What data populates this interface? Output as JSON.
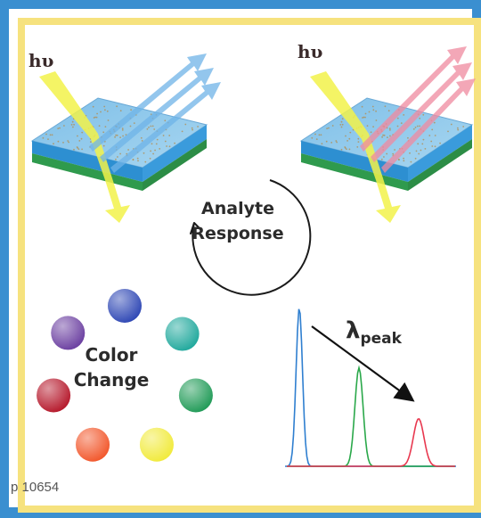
{
  "photon_label": "hυ",
  "cycle": {
    "line1": "Analyte",
    "line2": "Response"
  },
  "color_change": {
    "line1": "Color",
    "line2": "Change"
  },
  "lambda": {
    "symbol": "λ",
    "subscript": "peak"
  },
  "page_ref": "p 10654",
  "colors": {
    "frame_outer": "#3a8fd0",
    "frame_inner": "#f6e27e",
    "film_top": "#8ec9ea",
    "film_substrate": "#2f9a4d",
    "incident_beam": "#f2f24a",
    "reflected_left": "#6fb4e8",
    "reflected_right": "#f08aa0"
  },
  "color_wheel": [
    "#2d46b4",
    "#1fa89c",
    "#1f9a56",
    "#f1ea3a",
    "#f2562a",
    "#b5172a",
    "#6a3ea0"
  ],
  "spectra": [
    {
      "color": "#2f7fd0",
      "relative_height": 1.0
    },
    {
      "color": "#2aa84a",
      "relative_height": 0.62
    },
    {
      "color": "#e8384f",
      "relative_height": 0.3
    }
  ]
}
